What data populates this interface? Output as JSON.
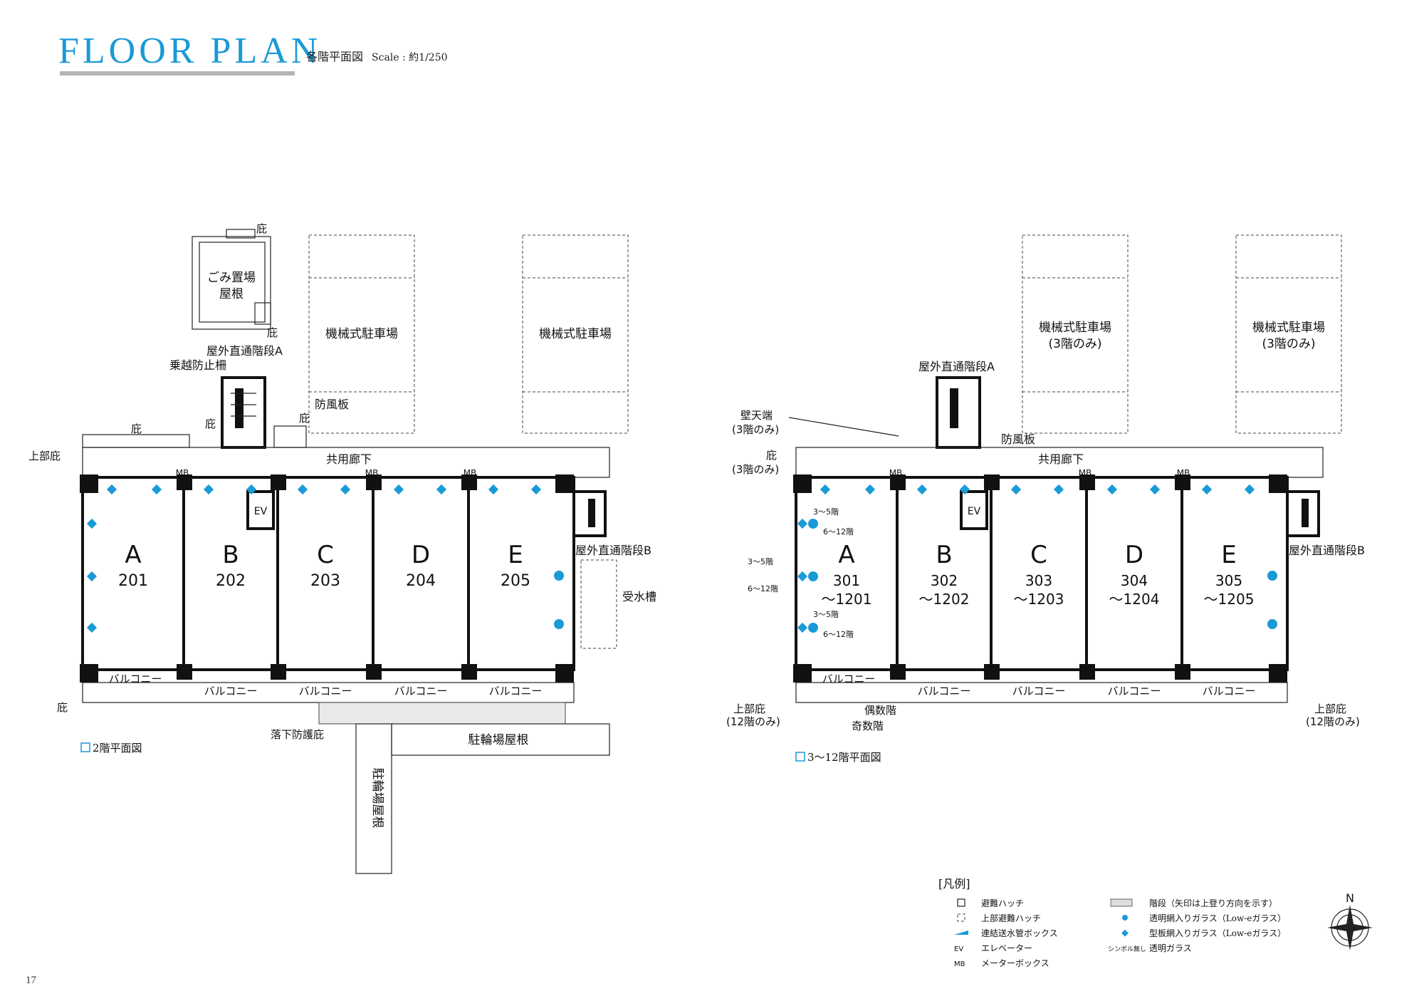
{
  "header": {
    "title": "FLOOR PLAN",
    "subtitle": "各階平面図",
    "scale": "Scale : 約1/250"
  },
  "page_number": "17",
  "floor2": {
    "caption": "2階平面図",
    "units": [
      {
        "letter": "A",
        "number": "201"
      },
      {
        "letter": "B",
        "number": "202"
      },
      {
        "letter": "C",
        "number": "203"
      },
      {
        "letter": "D",
        "number": "204"
      },
      {
        "letter": "E",
        "number": "205"
      }
    ],
    "labels": {
      "garbage_roof_1": "ごみ置場",
      "garbage_roof_2": "屋根",
      "hisashi": "庇",
      "stairs_a": "屋外直通階段A",
      "anti_climb": "乗越防止柵",
      "windbreak": "防風板",
      "upper_hisashi": "上部庇",
      "corridor": "共用廊下",
      "parking_1": "機械式駐車場",
      "parking_2": "機械式駐車場",
      "stairs_b": "屋外直通階段B",
      "water_tank": "受水槽",
      "balcony": "バルコニー",
      "fall_protection": "落下防護庇",
      "bike_roof_h": "駐輪場屋根",
      "bike_roof_v": "駐輪場屋根",
      "ev": "EV",
      "mb": "MB"
    }
  },
  "floor3": {
    "caption": "3～12階平面図",
    "units": [
      {
        "letter": "A",
        "number": "301",
        "range": "～1201"
      },
      {
        "letter": "B",
        "number": "302",
        "range": "～1202"
      },
      {
        "letter": "C",
        "number": "303",
        "range": "～1203"
      },
      {
        "letter": "D",
        "number": "304",
        "range": "～1204"
      },
      {
        "letter": "E",
        "number": "305",
        "range": "～1205"
      }
    ],
    "labels": {
      "parking_1a": "機械式駐車場",
      "parking_1b": "(3階のみ)",
      "parking_2a": "機械式駐車場",
      "parking_2b": "(3階のみ)",
      "stairs_a": "屋外直通階段A",
      "wall_top_1": "壁天端",
      "wall_top_2": "(3階のみ)",
      "hisashi_1": "庇",
      "hisashi_2": "(3階のみ)",
      "windbreak": "防風板",
      "corridor": "共用廊下",
      "stairs_b": "屋外直通階段B",
      "balcony": "バルコニー",
      "upper_hisashi_1": "上部庇",
      "upper_hisashi_2": "(12階のみ)",
      "even_floor": "偶数階",
      "odd_floor": "奇数階",
      "floor_3_5": "3～5階",
      "floor_6_12": "6～12階",
      "ev": "EV",
      "mb": "MB"
    }
  },
  "legend": {
    "title": "[凡例]",
    "items": [
      {
        "symbol": "hatch-icon",
        "label": "避難ハッチ"
      },
      {
        "symbol": "upper-hatch-icon",
        "label": "上部避難ハッチ"
      },
      {
        "symbol": "standpipe-icon",
        "label": "連結送水管ボックス"
      },
      {
        "symbol": "EV",
        "label": "エレベーター"
      },
      {
        "symbol": "MB",
        "label": "メーターボックス"
      },
      {
        "symbol": "stair-icon",
        "label": "階段（矢印は上登り方向を示す）"
      },
      {
        "symbol": "dot-icon",
        "label": "透明網入りガラス（Low-eガラス）"
      },
      {
        "symbol": "diamond-icon",
        "label": "型板網入りガラス（Low-eガラス）"
      },
      {
        "symbol": "シンボル無し",
        "label": "透明ガラス"
      }
    ]
  },
  "compass": {
    "north": "N"
  },
  "colors": {
    "accent": "#1a9ad6",
    "rule": "#b5b5b5"
  }
}
